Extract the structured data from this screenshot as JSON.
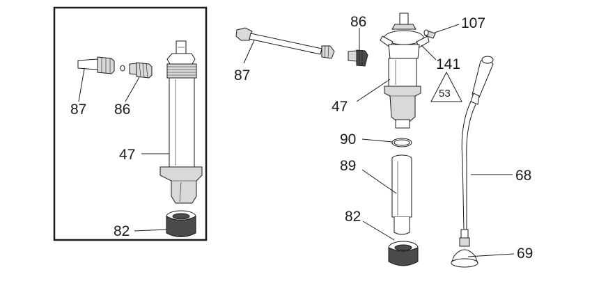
{
  "diagram": {
    "left_group_labels": [
      "87",
      "86",
      "47",
      "82"
    ],
    "right_group_labels": [
      "87",
      "86",
      "107",
      "141",
      "53",
      "47",
      "90",
      "89",
      "68",
      "82",
      "69"
    ]
  }
}
